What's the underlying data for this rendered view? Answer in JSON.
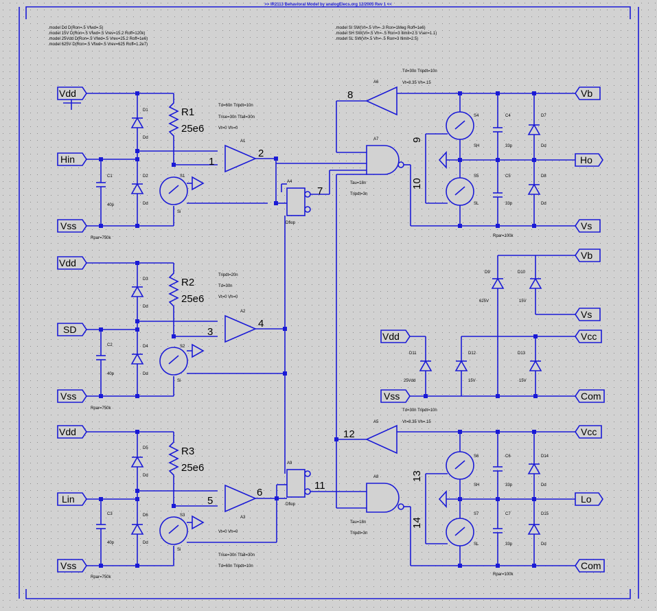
{
  "title": ">> IR2113 Behavioral Model by analogElecs.org 12/2005 Rev 1 <<",
  "models_left": [
    ".model Dd D(Ron=.5 Vfwd=.5)",
    ".model 15V D(Ron=.5 Vfwd=.5 Vrev=15.2 Roff=120k)",
    ".model 25Vdd D(Ron=.5 Vfwd=.5 Vrev=25.2 Roff=1e6)",
    ".model 625V D(Ron=.5 Vfwd=.5 Vrev=625 Roff=1.2e7)"
  ],
  "models_right": [
    ".model SI SW(Vt=.5 Vh=-.3 Ron=1Meg Roff=1e6)",
    ".model SH SW(Vt=.5 Vh=-.5 Ron=3 Ilimit=2.5 Vser=1.1)",
    ".model SL SW(Vt=.5 Vh=-.5 Ron=3 Ilimit=2.5)"
  ],
  "ports": {
    "vdd1": "Vdd",
    "hin": "Hin",
    "vss1": "Vss",
    "vdd2": "Vdd",
    "sd": "SD",
    "vss2": "Vss",
    "vdd3": "Vdd",
    "lin": "Lin",
    "vss3": "Vss",
    "vb1": "Vb",
    "ho": "Ho",
    "vs1": "Vs",
    "vb2": "Vb",
    "vs2": "Vs",
    "vdd4": "Vdd",
    "vcc1": "Vcc",
    "vss4": "Vss",
    "com1": "Com",
    "vcc2": "Vcc",
    "lo": "Lo",
    "com2": "Com"
  },
  "nodes": [
    "1",
    "2",
    "3",
    "4",
    "5",
    "6",
    "7",
    "8",
    "9",
    "10",
    "11",
    "12",
    "13",
    "14"
  ],
  "resistors": [
    {
      "ref": "R1",
      "value": "25e6"
    },
    {
      "ref": "R2",
      "value": "25e6"
    },
    {
      "ref": "R3",
      "value": "25e6"
    }
  ],
  "labels": {
    "d1": "D1",
    "d2": "D2",
    "d3": "D3",
    "d4": "D4",
    "d5": "D5",
    "d6": "D6",
    "d7": "D7",
    "d8": "D8",
    "d9": "D9",
    "d10": "D10",
    "d11": "D11",
    "d12": "D12",
    "d13": "D13",
    "d14": "D14",
    "d15": "D15",
    "dd": "Dd",
    "c1": "C1",
    "c2": "C2",
    "c3": "C3",
    "c4": "C4",
    "c5": "C5",
    "c6": "C6",
    "c7": "C7",
    "cval": "40p",
    "cboot": "33p",
    "s1": "S1",
    "s2": "S2",
    "s3": "S3",
    "s4": "S4",
    "s5": "S5",
    "s6": "S6",
    "s7": "S7",
    "si": "Si",
    "sh": "SH",
    "sl": "SL",
    "a1": "A1",
    "a2": "A2",
    "a3": "A3",
    "a4": "A4",
    "a5": "A5",
    "a6": "A6",
    "a7": "A7",
    "a8": "A8",
    "a9": "A9",
    "rpar1": "Rpar=750k",
    "rpar2": "Rpar=100k",
    "v625": "625V",
    "v15": "15V",
    "v25vdd": "25Vdd",
    "dbar": "Dflop"
  },
  "params": {
    "p_a1_1": "Td=60n Tripdt=10n",
    "p_a1_2": "Trise=30n Tfall=30n",
    "p_a1_3": "Vt=0 Vh=0",
    "p_a2_1": "Tripdt=20n",
    "p_a2_2": "Td=30n",
    "p_a2_3": "Vt=0 Vh=0",
    "p_a3_1": "Vt=0 Vh=0",
    "p_a3_2": "Trise=30n Tfall=30n",
    "p_a3_3": "Td=60n Tripdt=10n",
    "p_a6_1": "Td=30n Tripdt=10n",
    "p_a6_2": "Vt=8.35 Vh=.15",
    "p_a5_1": "Td=30n Tripdt=10n",
    "p_a5_2": "Vt=8.35 Vh=.15",
    "p_a7_1": "Tau=18n",
    "p_a7_2": "Tripdt=3n",
    "p_a8_1": "Tau=18n",
    "p_a8_2": "Tripdt=3n"
  }
}
